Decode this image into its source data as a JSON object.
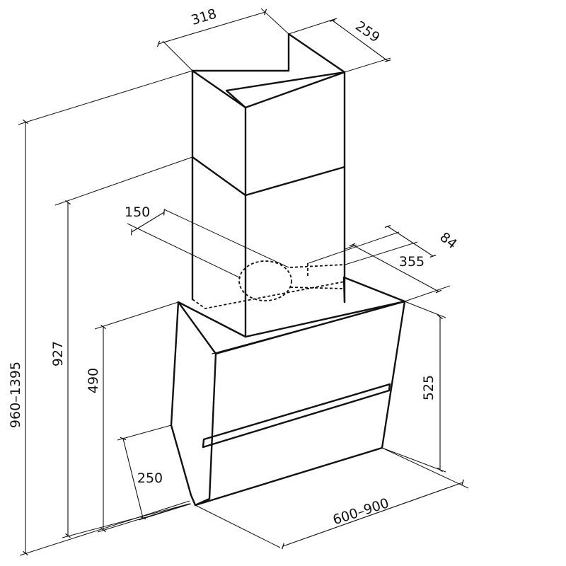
{
  "dimensions": {
    "chimney_width": "318",
    "chimney_depth": "259",
    "total_height": "960–1395",
    "wall_height": "927",
    "canopy_height_left": "490",
    "outlet_offset": "150",
    "bracket_depth": "84",
    "mount_width": "355",
    "front_height": "525",
    "bottom_depth": "250",
    "hood_width": "600–900"
  }
}
